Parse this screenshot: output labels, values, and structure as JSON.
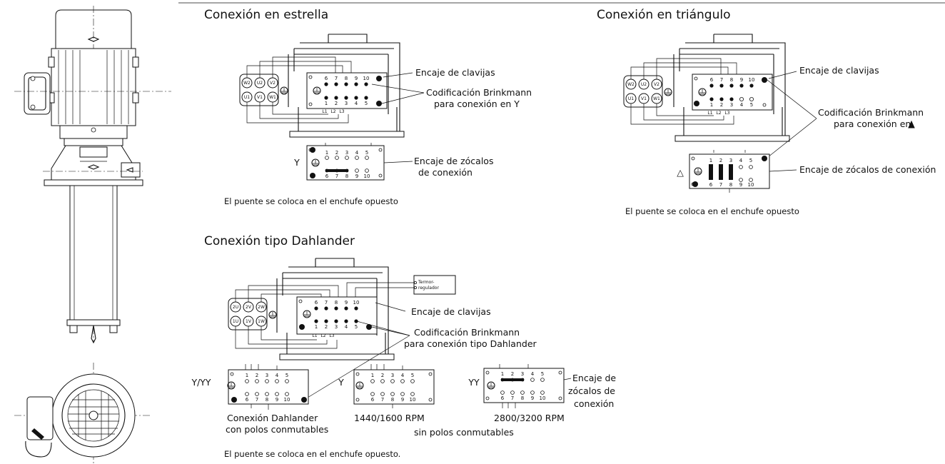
{
  "estrella": {
    "title": "Conexión en estrella",
    "encaje_clavijas": "Encaje de clavijas",
    "codificacion_l1": "Codificación Brinkmann",
    "codificacion_l2": "para conexión en Y",
    "zocalos_l1": "Encaje de zócalos",
    "zocalos_l2": "de conexión",
    "note": "El puente se coloca en el enchufe opuesto",
    "symbol": "Y",
    "terminals_top": [
      "W2",
      "U2",
      "V2"
    ],
    "terminals_bottom": [
      "U1",
      "V1",
      "W1"
    ]
  },
  "triangulo": {
    "title": "Conexión en triángulo",
    "encaje_clavijas": "Encaje de clavijas",
    "codificacion_l1": "Codificación Brinkmann",
    "codificacion_l2": "para conexión en",
    "zocalos": "Encaje de zócalos de conexión",
    "note": "El puente se coloca en el enchufe opuesto",
    "symbol": "△",
    "terminals_top": [
      "W2",
      "U2",
      "V2"
    ],
    "terminals_bottom": [
      "U1",
      "V1",
      "W1"
    ]
  },
  "dahlander": {
    "title": "Conexión tipo Dahlander",
    "termo_l1": "Termor-",
    "termo_l2": "regulador",
    "encaje_clavijas": "Encaje de clavijas",
    "codificacion_l1": "Codificación Brinkmann",
    "codificacion_l2": "para conexión tipo Dahlander",
    "zocalos_l1": "Encaje de",
    "zocalos_l2": "zócalos de",
    "zocalos_l3": "conexión",
    "symbol_1": "Y/YY",
    "symbol_2": "Y",
    "symbol_3": "YY",
    "cap_1_l1": "Conexión Dahlander",
    "cap_1_l2": "con polos conmutables",
    "cap_2": "1440/1600 RPM",
    "cap_3": "2800/3200 RPM",
    "cap_sin": "sin polos conmutables",
    "note": "El puente se coloca en el enchufe opuesto.",
    "terminals_top": [
      "2U",
      "2V",
      "2W"
    ],
    "terminals_bottom": [
      "1U",
      "1V",
      "1W"
    ]
  },
  "connector": {
    "pins_top": [
      "6",
      "7",
      "8",
      "9",
      "10"
    ],
    "pins_bottom": [
      "1",
      "2",
      "3",
      "4",
      "5"
    ],
    "socket_top": [
      "1",
      "2",
      "3",
      "4",
      "5"
    ],
    "socket_bottom": [
      "6",
      "7",
      "8",
      "9",
      "10"
    ],
    "phases": [
      "L1",
      "L2",
      "L3"
    ]
  }
}
